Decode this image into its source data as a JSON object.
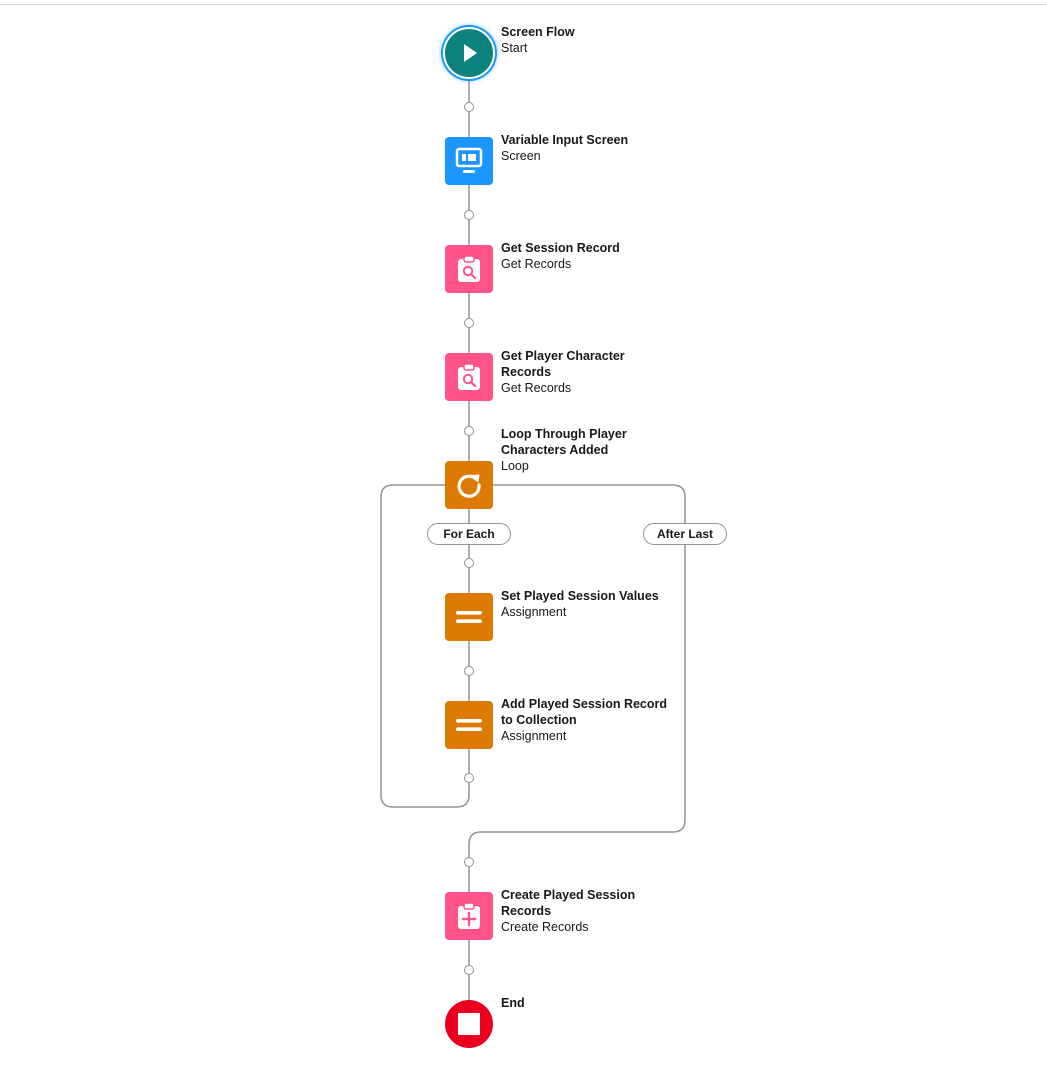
{
  "canvas": {
    "elements": [
      {
        "id": "start",
        "title": "Screen Flow",
        "type": "Start",
        "icon": "play-icon",
        "color": "#0b827c"
      },
      {
        "id": "variable-input-screen",
        "title": "Variable Input Screen",
        "type": "Screen",
        "icon": "screen-icon",
        "color": "#1b96ff"
      },
      {
        "id": "get-session-record",
        "title": "Get Session Record",
        "type": "Get Records",
        "icon": "record-lookup-icon",
        "color": "#ff538a"
      },
      {
        "id": "get-player-character-records",
        "title": "Get Player Character Records",
        "type": "Get Records",
        "icon": "record-lookup-icon",
        "color": "#ff538a"
      },
      {
        "id": "loop-player-characters",
        "title": "Loop Through Player Characters Added",
        "type": "Loop",
        "icon": "loop-icon",
        "color": "#dd7a01"
      },
      {
        "id": "set-played-session-values",
        "title": "Set Played Session Values",
        "type": "Assignment",
        "icon": "assignment-icon",
        "color": "#dd7a01"
      },
      {
        "id": "add-played-session-record",
        "title": "Add Played Session Record to Collection",
        "type": "Assignment",
        "icon": "assignment-icon",
        "color": "#dd7a01"
      },
      {
        "id": "create-played-session-records",
        "title": "Create Played Session Records",
        "type": "Create Records",
        "icon": "record-create-icon",
        "color": "#ff538a"
      },
      {
        "id": "end",
        "title": "End",
        "type": "",
        "icon": "stop-icon",
        "color": "#ea001e"
      }
    ],
    "loop_branches": {
      "for_each": "For Each",
      "after_last": "After Last"
    },
    "connector_color": "#939393",
    "focus_ring_color": "#1b96ff"
  }
}
